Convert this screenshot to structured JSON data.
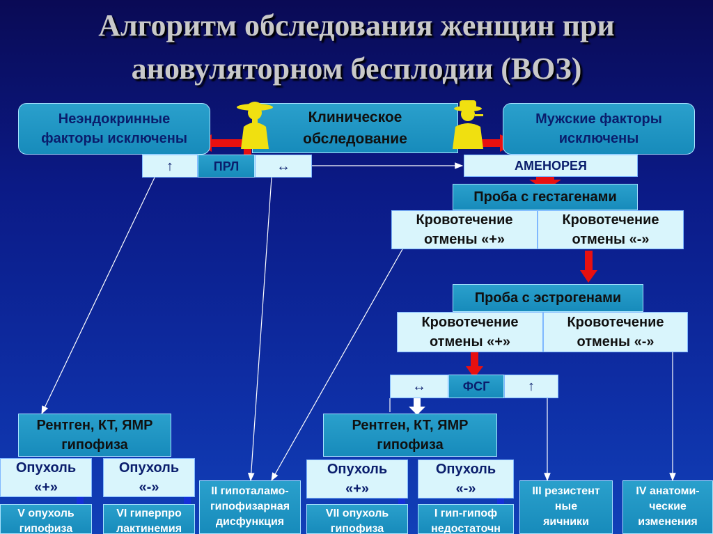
{
  "title": {
    "line1": "Алгоритм обследования женщин при",
    "line2": "ановуляторном бесплодии (ВОЗ)"
  },
  "top": {
    "nonendocrine_line1": "Неэндокринные",
    "nonendocrine_line2": "факторы исключены",
    "clinical_line1": "Клиническое",
    "clinical_line2": "обследование",
    "male_line1": "Мужские факторы",
    "male_line2": "исключены"
  },
  "prl_row": {
    "up": "↑",
    "label": "ПРЛ",
    "normal": "↔"
  },
  "amenorrhea": "АМЕНОРЕЯ",
  "gestagen": {
    "test": "Проба с гестагенами",
    "pos_line1": "Кровотечение",
    "pos_line2": "отмены «+»",
    "neg_line1": "Кровотечение",
    "neg_line2": "отмены «-»"
  },
  "estrogen": {
    "test": "Проба с эстрогенами",
    "pos_line1": "Кровотечение",
    "pos_line2": "отмены «+»",
    "neg_line1": "Кровотечение",
    "neg_line2": "отмены «-»"
  },
  "fsh_row": {
    "normal": "↔",
    "label": "ФСГ",
    "up": "↑"
  },
  "xray_left": {
    "line1": "Рентген, КТ, ЯМР",
    "line2": "гипофиза"
  },
  "xray_right": {
    "line1": "Рентген, КТ, ЯМР",
    "line2": "гипофиза"
  },
  "tumors": {
    "left_pos_line1": "Опухоль",
    "left_pos_line2": "«+»",
    "left_neg_line1": "Опухоль",
    "left_neg_line2": "«-»",
    "right_pos_line1": "Опухоль",
    "right_pos_line2": "«+»",
    "right_neg_line1": "Опухоль",
    "right_neg_line2": "«-»"
  },
  "groups": {
    "v_line1": "V опухоль",
    "v_line2": "гипофиза",
    "vi_line1": "VI гиперпро",
    "vi_line2": "лактинемия",
    "ii_line1": "II гипоталамо-",
    "ii_line2": "гипофизарная",
    "ii_line3": "дисфункция",
    "vii_line1": "VII опухоль",
    "vii_line2": "гипофиза",
    "i_line1": "I гип-гипоф",
    "i_line2": "недостаточн",
    "iii_line1": "III резистент",
    "iii_line2": "ные",
    "iii_line3": "яичники",
    "iv_line1": "IV анатоми-",
    "iv_line2": "ческие",
    "iv_line3": "изменения"
  },
  "colors": {
    "background": "#0b1a86",
    "teal_box": "#1a8fbf",
    "pale_box": "#d9f5fc",
    "arrow_red": "#e81010",
    "arrow_blue": "#1530d8",
    "figure_yellow": "#f0e010"
  }
}
